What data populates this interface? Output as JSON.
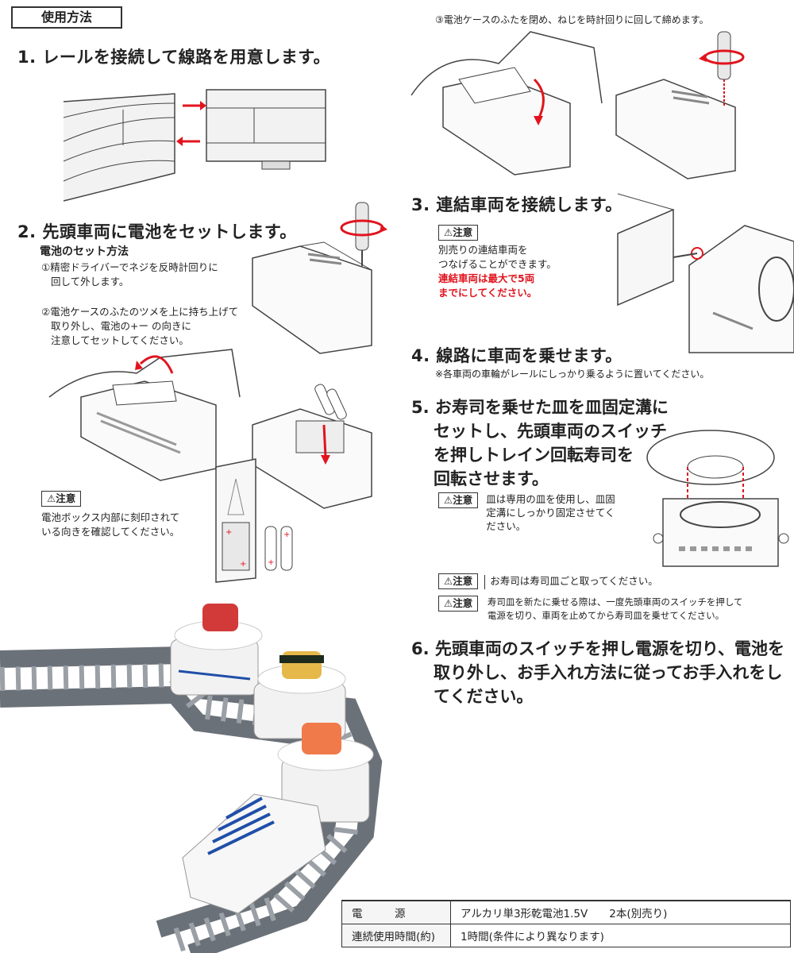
{
  "section_title": "使用方法",
  "step1": {
    "title": "1. レールを接続して線路を用意します。"
  },
  "step2": {
    "title": "2. 先頭車両に電池をセットします。",
    "subtitle": "電池のセット方法",
    "item1": [
      "①精密ドライバーでネジを反時計回りに",
      "回して外します。"
    ],
    "item2": [
      "②電池ケースのふたのツメを上に持ち上げて",
      "取り外し、電池の+ー の向きに",
      "注意してセットしてください。"
    ],
    "caution_label": "⚠注意",
    "caution_text": [
      "電池ボックス内部に刻印されて",
      "いる向きを確認してください。"
    ]
  },
  "step2_item3": "③電池ケースのふたを閉め、ねじを時計回りに回して締めます。",
  "step3": {
    "title": "3. 連結車両を接続します。",
    "caution_label": "⚠注意",
    "text": [
      "別売りの連結車両を",
      "つなげることができます。"
    ],
    "red_text": [
      "連結車両は最大で5両",
      "までにしてください。"
    ]
  },
  "step4": {
    "title": "4. 線路に車両を乗せます。",
    "note": "※各車両の車輪がレールにしっかり乗るように置いてください。"
  },
  "step5": {
    "title": [
      "5. お寿司を乗せた皿を皿固定溝に",
      "セットし、先頭車両のスイッチ",
      "を押しトレイン回転寿司を",
      "回転させます。"
    ],
    "caution_label": "⚠注意",
    "caution1": [
      "皿は専用の皿を使用し、皿固",
      "定溝にしっかり固定させてく",
      "ださい。"
    ],
    "caution2": "お寿司は寿司皿ごと取ってください。",
    "caution3": [
      "寿司皿を新たに乗せる際は、一度先頭車両のスイッチを押して",
      "電源を切り、車両を止めてから寿司皿を乗せてください。"
    ]
  },
  "step6": {
    "title": [
      "6. 先頭車両のスイッチを押し電源を切り、電池を",
      "取り外し、お手入れ方法に従ってお手入れをし",
      "てください。"
    ]
  },
  "spec_table": [
    {
      "label": "電　　　源",
      "value": "アルカリ単3形乾電池1.5V　　2本(別売り)"
    },
    {
      "label": "連続使用時間(約)",
      "value": "1時間(条件により異なります)"
    }
  ],
  "colors": {
    "accent_red": "#e1141e",
    "train_blue": "#1f4fa8",
    "rail_gray": "#6b7178"
  }
}
